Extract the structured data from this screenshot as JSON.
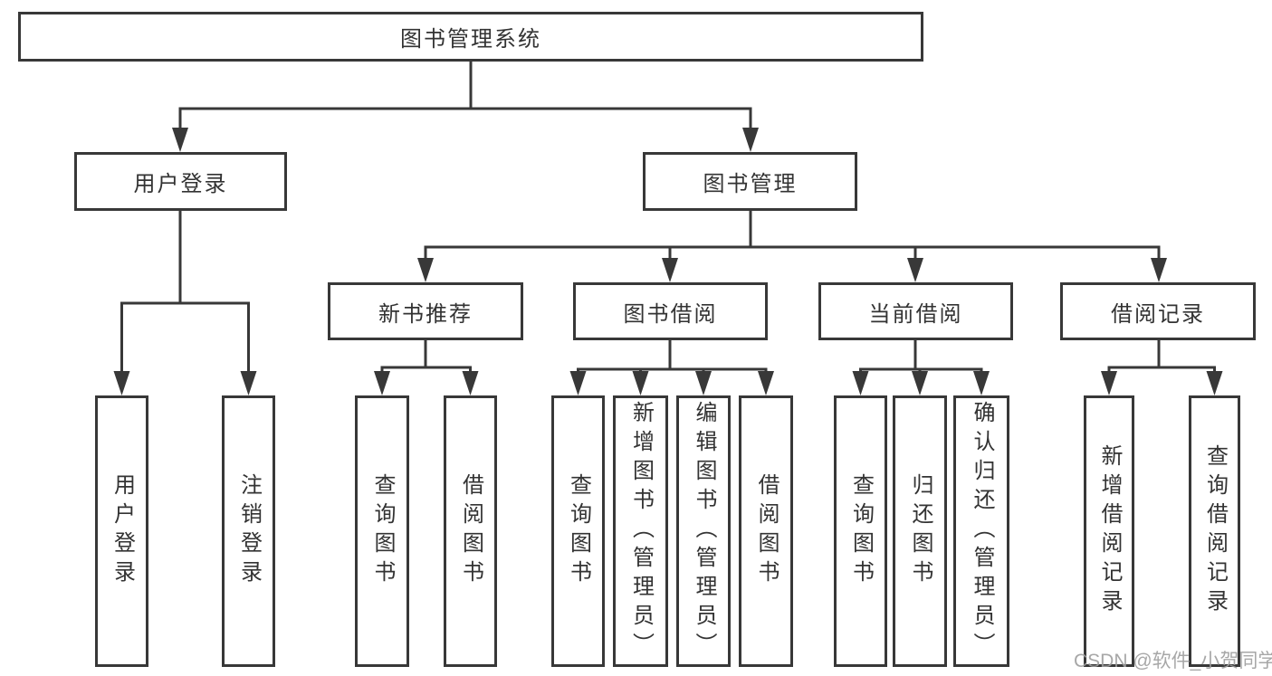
{
  "diagram_title": "图书管理系统",
  "root": {
    "label": "图书管理系统"
  },
  "branches": [
    {
      "label": "用户登录",
      "children": [
        {
          "label": "用户登录"
        },
        {
          "label": "注销登录"
        }
      ]
    },
    {
      "label": "图书管理",
      "children": [
        {
          "label": "新书推荐",
          "children": [
            {
              "label": "查询图书"
            },
            {
              "label": "借阅图书"
            }
          ]
        },
        {
          "label": "图书借阅",
          "children": [
            {
              "label": "查询图书"
            },
            {
              "label": "新增图书（管理员）"
            },
            {
              "label": "编辑图书（管理员）"
            },
            {
              "label": "借阅图书"
            }
          ]
        },
        {
          "label": "当前借阅",
          "children": [
            {
              "label": "查询图书"
            },
            {
              "label": "归还图书"
            },
            {
              "label": "确认归还（管理员）"
            }
          ]
        },
        {
          "label": "借阅记录",
          "children": [
            {
              "label": "新增借阅记录"
            },
            {
              "label": "查询借阅记录"
            }
          ]
        }
      ]
    }
  ],
  "watermark": {
    "text": "CSDN @软件_小贺同学"
  },
  "colors": {
    "line": "#383838",
    "text": "#333333",
    "watermark": "#9e9e9e",
    "background": "#ffffff"
  }
}
